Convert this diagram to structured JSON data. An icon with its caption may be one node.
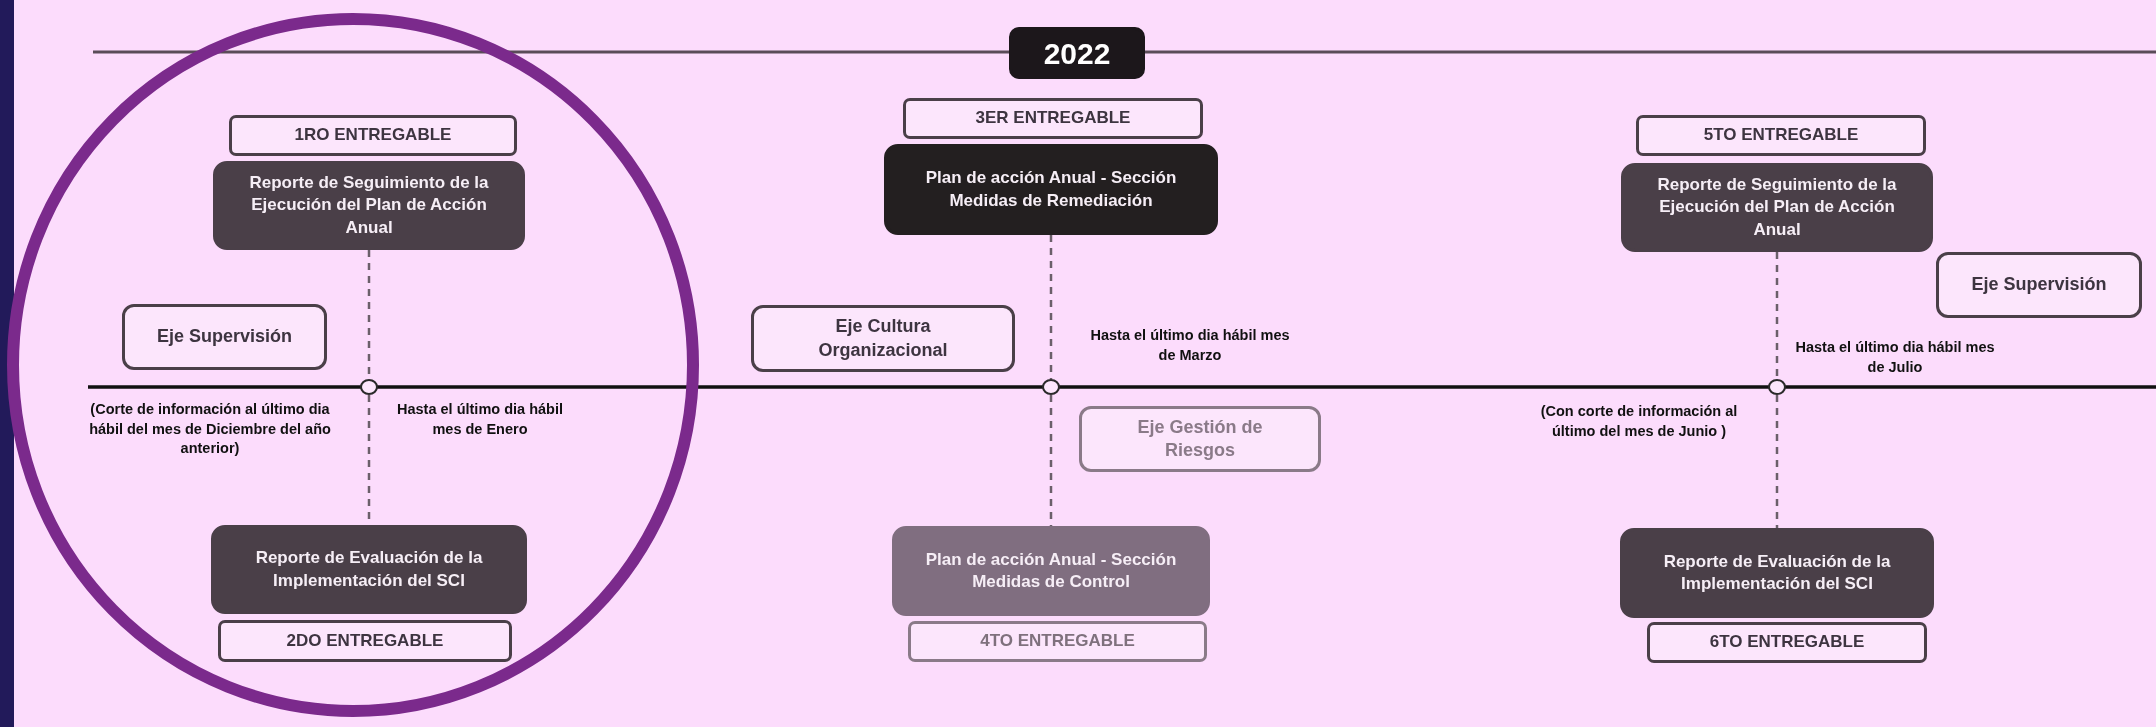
{
  "diagram": {
    "nodes": [
      {
        "text": [
          "2022"
        ]
      },
      {
        "text": [
          "1RO ENTREGABLE"
        ]
      },
      {
        "text": [
          "Reporte de Seguimiento de la Ejecución del Plan de Acción Anual"
        ]
      },
      {
        "text": [
          "Eje Supervisión"
        ]
      },
      {
        "text": [],
        "shape": "circle",
        "beside": [
          "(Corte de información al último dia hábil del mes de Diciembre del año anterior)",
          "Hasta el último dia hábil mes de Enero"
        ]
      },
      {
        "text": [
          "Reporte de Evaluación de la Implementación del SCI"
        ]
      },
      {
        "text": [
          "2DO ENTREGABLE"
        ]
      },
      {
        "text": [
          "3ER ENTREGABLE"
        ]
      },
      {
        "text": [
          "Plan de acción Anual - Sección Medidas de Remediación"
        ]
      },
      {
        "text": [
          "Eje Cultura Organizacional"
        ]
      },
      {
        "text": [],
        "shape": "circle",
        "beside": [
          "Hasta el último dia hábil mes de Marzo"
        ]
      },
      {
        "text": [
          "Eje Gestión de Riesgos"
        ]
      },
      {
        "text": [
          "Plan de acción Anual - Sección Medidas de Control"
        ]
      },
      {
        "text": [
          "4TO ENTREGABLE"
        ]
      },
      {
        "text": [
          "5TO ENTREGABLE"
        ]
      },
      {
        "text": [
          "Reporte de Seguimiento de la Ejecución del Plan de Acción Anual"
        ]
      },
      {
        "text": [
          "Eje Supervisión"
        ]
      },
      {
        "text": [],
        "shape": "circle",
        "beside": [
          "Hasta el último dia hábil mes de Julio",
          "(Con corte de información al último del mes de Junio )"
        ]
      },
      {
        "text": [
          "Reporte de Evaluación de la Implementación del SCI"
        ]
      },
      {
        "text": [
          "6TO ENTREGABLE"
        ]
      }
    ],
    "edges": [
      {
        "from": 2,
        "to": 4,
        "arrow": "none",
        "style": "dashed"
      },
      {
        "from": 4,
        "to": 5,
        "arrow": "none",
        "style": "dashed"
      },
      {
        "from": 8,
        "to": 10,
        "arrow": "none",
        "style": "dashed"
      },
      {
        "from": 10,
        "to": 12,
        "arrow": "none",
        "style": "dashed"
      },
      {
        "from": 15,
        "to": 17,
        "arrow": "none",
        "style": "dashed"
      },
      {
        "from": 17,
        "to": 18,
        "arrow": "none",
        "style": "dashed"
      }
    ]
  }
}
